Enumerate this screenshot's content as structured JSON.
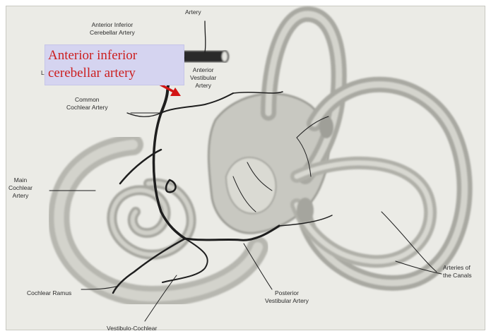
{
  "figure": {
    "highlight_label": "Anterior inferior\ncerebellar artery",
    "labels": {
      "artery": "Artery",
      "anterior_inferior_cerebellar_artery": "Anterior Inferior\nCerebellar Artery",
      "labyrinthine_partial": "L",
      "anterior_vestibular_artery": "Anterior\nVestibular\nArtery",
      "common_cochlear_artery": "Common\nCochlear Artery",
      "main_cochlear_artery": "Main\nCochlear\nArtery",
      "cochlear_ramus": "Cochlear Ramus",
      "vestibulo_cochlear": "Vestibulo-Cochlear",
      "posterior_vestibular_artery": "Posterior\nVestibular Artery",
      "arteries_of_the_canals": "Arteries of\nthe Canals"
    },
    "colors": {
      "scan_background": "#ebebe6",
      "highlight_background": "#d5d4f0",
      "highlight_text": "#cc1f1f",
      "arrow": "#d21414",
      "vessel": "#1e1e1e"
    }
  }
}
